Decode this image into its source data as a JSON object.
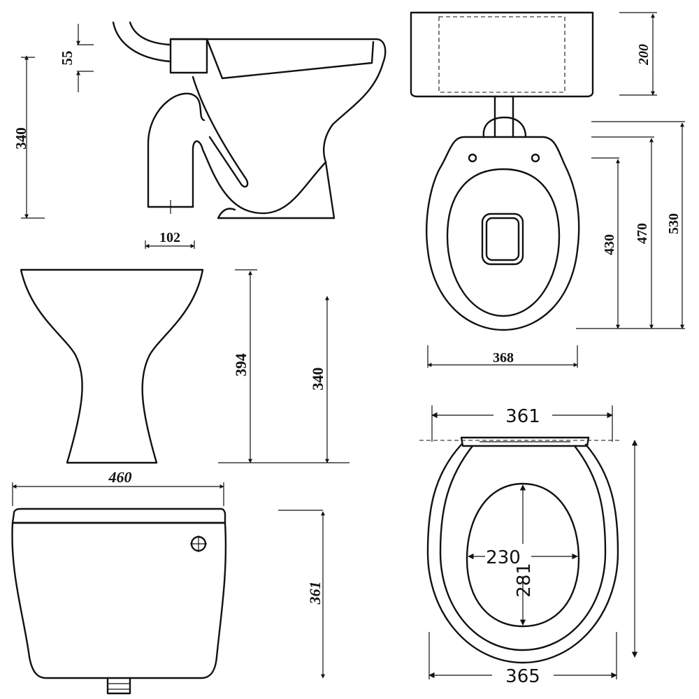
{
  "views": {
    "pan_side": {
      "dims": {
        "height": "340",
        "outlet_offset": "55",
        "outlet_diameter": "102"
      }
    },
    "pan_plan": {
      "dims": {
        "cistern_height": "200",
        "width": "368",
        "seat_length": "430",
        "pan_length": "470",
        "overall_length": "530"
      }
    },
    "pan_front": {
      "dims": {
        "height": "394",
        "pan_height": "340"
      }
    },
    "cistern_front": {
      "dims": {
        "width": "460",
        "height": "361"
      }
    },
    "seat_plan": {
      "dims": {
        "top_width": "361",
        "bottom_width": "365",
        "opening_width": "230",
        "opening_length": "281"
      }
    }
  }
}
